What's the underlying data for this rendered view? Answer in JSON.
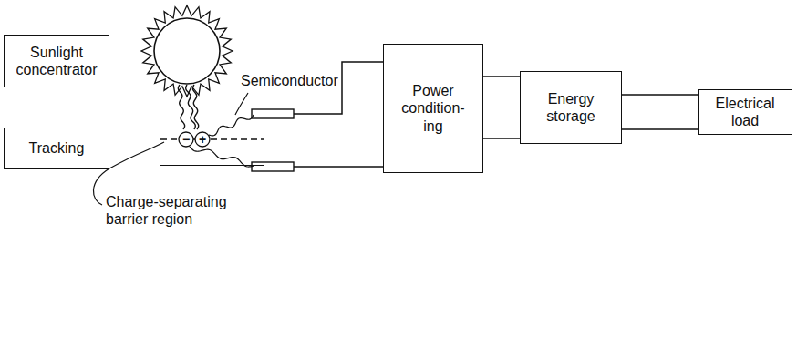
{
  "diagram": {
    "nodes": [
      {
        "text": [
          "Sunlight concentrator"
        ]
      },
      {
        "text": [
          "Tracking"
        ]
      },
      {
        "text": [
          "Semiconductor"
        ]
      },
      {
        "text": [
          "Power condition-ing"
        ]
      },
      {
        "text": [
          "Energy storage"
        ]
      },
      {
        "text": [
          "Electrical load"
        ]
      }
    ],
    "edges": [
      {
        "from": 2,
        "to": 3,
        "arrow": "none"
      },
      {
        "from": 3,
        "to": 4,
        "arrow": "none"
      },
      {
        "from": 4,
        "to": 5,
        "arrow": "none"
      }
    ],
    "labels": [
      "Charge-separating barrier region",
      "−",
      "+"
    ]
  }
}
